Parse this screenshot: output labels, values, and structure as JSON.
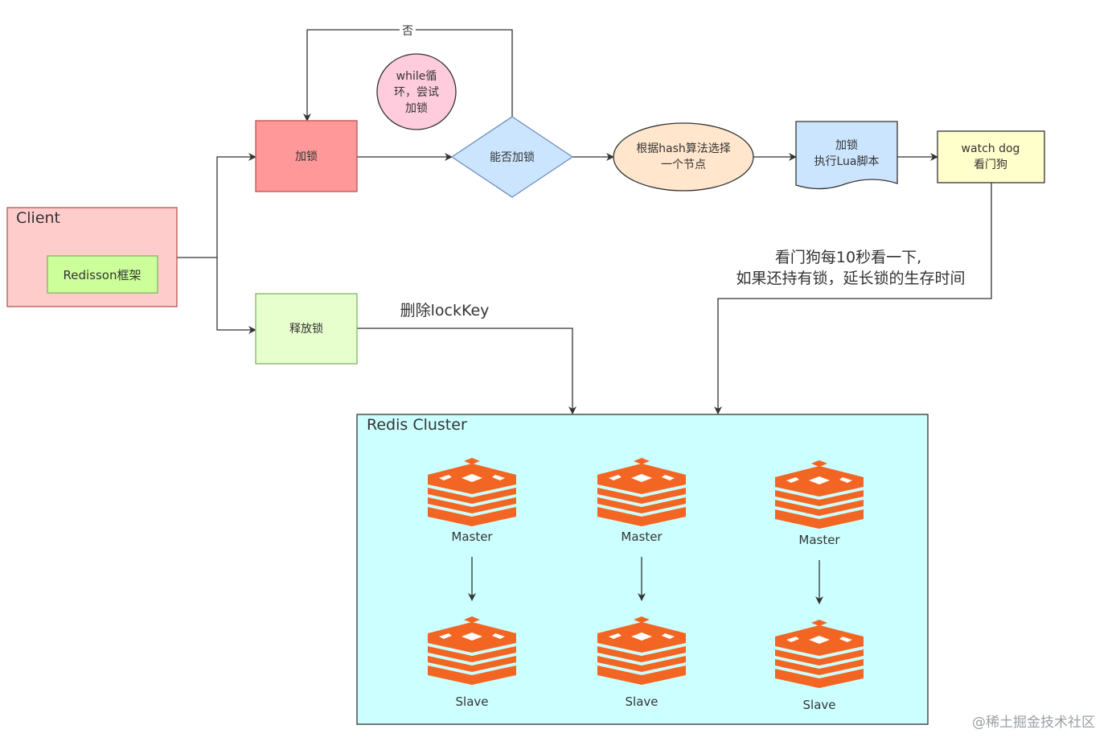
{
  "client": {
    "title": "Client",
    "framework": "Redisson框架"
  },
  "lock": {
    "label": "加锁"
  },
  "release": {
    "label": "释放锁"
  },
  "decision": {
    "label": "能否加锁",
    "no_label": "否"
  },
  "retry_note": {
    "line1": "while循",
    "line2": "环，尝试",
    "line3": "加锁"
  },
  "hash_select": {
    "line1": "根据hash算法选择",
    "line2": "一个节点"
  },
  "lua_doc": {
    "line1": "加锁",
    "line2": "执行Lua脚本"
  },
  "watchdog": {
    "line1": "watch dog",
    "line2": "看门狗"
  },
  "watchdog_note": {
    "line1": "看门狗每10秒看一下,",
    "line2": "如果还持有锁，延长锁的生存时间"
  },
  "delete_label": "删除lockKey",
  "cluster": {
    "title": "Redis Cluster",
    "masters": [
      "Master",
      "Master",
      "Master"
    ],
    "slaves": [
      "Slave",
      "Slave",
      "Slave"
    ]
  },
  "watermark": "@稀土掘金技术社区",
  "colors": {
    "client_fill": "#ffcccc",
    "framework_fill": "#ccff99",
    "lock_fill": "#ff9999",
    "release_fill": "#e6ffcc",
    "decision_fill": "#cce5ff",
    "retry_fill": "#ffccdd",
    "hash_fill": "#ffe6cc",
    "lua_fill": "#cce5ff",
    "watchdog_fill": "#ffffcc",
    "cluster_fill": "#ccffff",
    "redis_orange": "#f26522"
  }
}
